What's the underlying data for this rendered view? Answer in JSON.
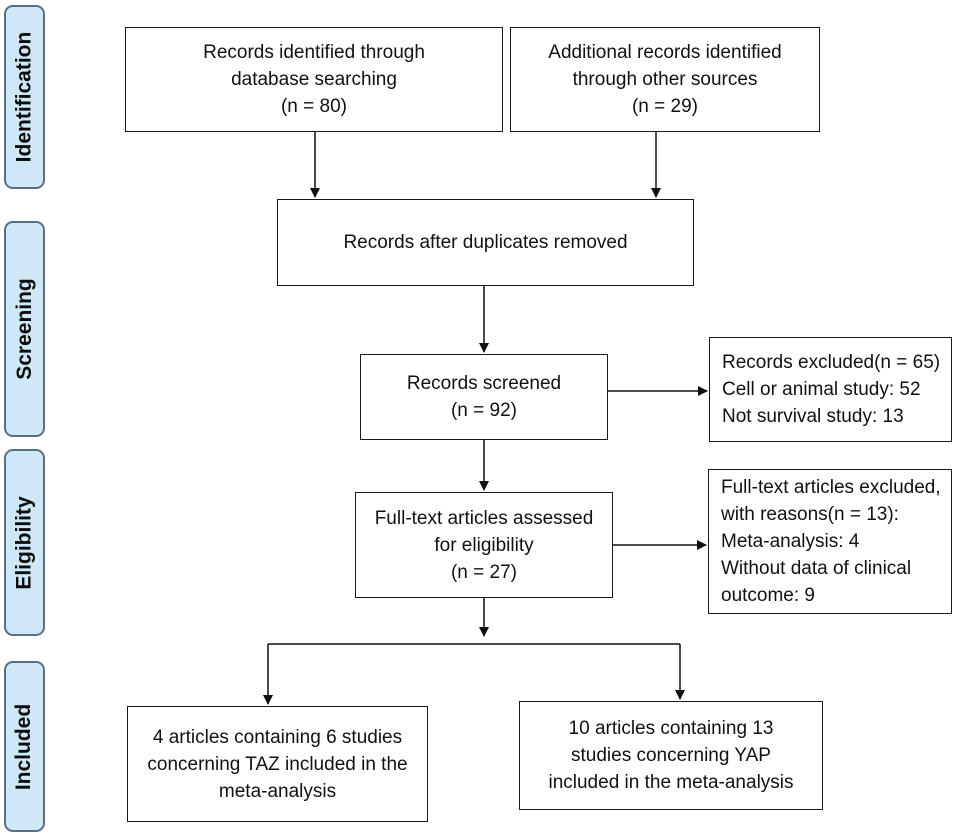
{
  "stages": [
    {
      "id": "identification",
      "label": "Identification"
    },
    {
      "id": "screening",
      "label": "Screening"
    },
    {
      "id": "eligibility",
      "label": "Eligibility"
    },
    {
      "id": "included",
      "label": "Included"
    }
  ],
  "boxes": {
    "database_search": {
      "lines": [
        "Records identified through",
        "database searching",
        "(n = 80)"
      ]
    },
    "other_sources": {
      "lines": [
        "Additional records identified",
        "through other sources",
        "(n = 29)"
      ]
    },
    "duplicates_removed": {
      "lines": [
        "Records after duplicates removed"
      ]
    },
    "screened": {
      "lines": [
        "Records screened",
        "(n = 92)"
      ]
    },
    "excluded": {
      "lines": [
        "Records excluded(n = 65)",
        "Cell or animal study: 52",
        "Not survival study: 13"
      ]
    },
    "full_text": {
      "lines": [
        "Full-text articles assessed",
        "for eligibility",
        "(n = 27)"
      ]
    },
    "full_text_excluded": {
      "lines": [
        "Full-text articles excluded,",
        "with reasons(n = 13):",
        "Meta-analysis: 4",
        "Without data of clinical",
        "outcome: 9"
      ]
    },
    "taz": {
      "lines": [
        "4  articles containing 6 studies",
        "concerning TAZ included in the",
        "meta-analysis"
      ]
    },
    "yap": {
      "lines": [
        "10 articles  containing 13",
        "studies concerning YAP",
        "included in the meta-analysis"
      ]
    }
  }
}
